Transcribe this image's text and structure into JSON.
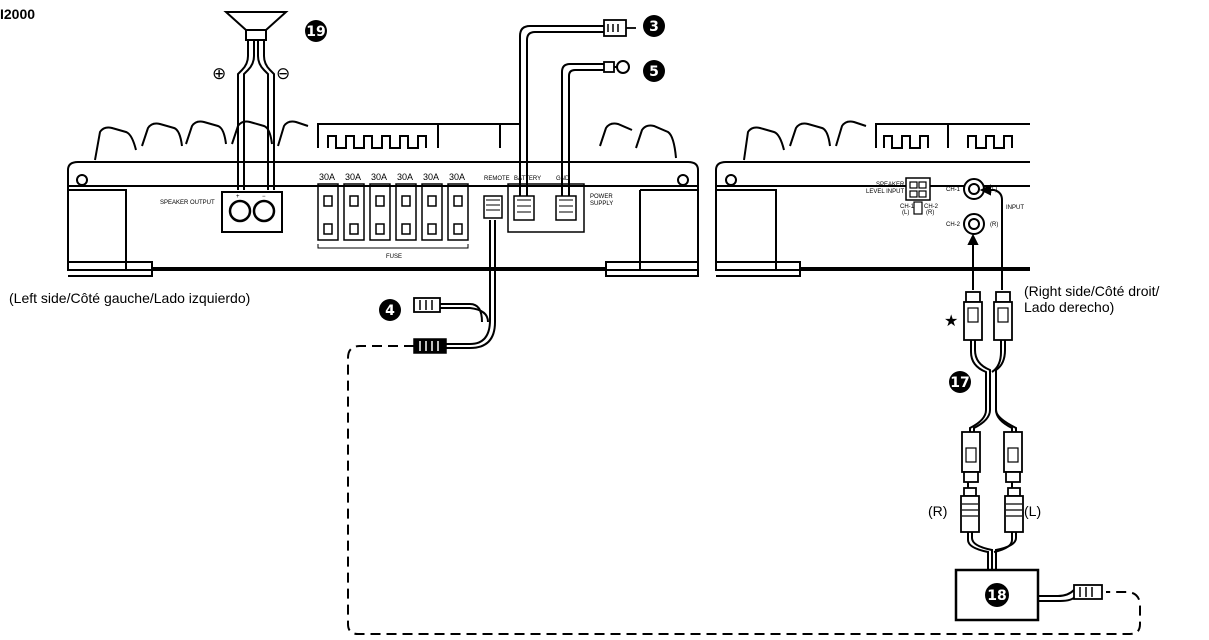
{
  "header": {
    "model_fragment": "I2000"
  },
  "left_amp": {
    "caption": "(Left side/Côté gauche/Lado izquierdo)",
    "speaker_output": "SPEAKER OUTPUT",
    "plus_mark": "+",
    "minus_mark": "−",
    "fuses": [
      "30A",
      "30A",
      "30A",
      "30A",
      "30A",
      "30A"
    ],
    "fuse_label": "FUSE",
    "remote": "REMOTE",
    "battery": "BATTERY",
    "gnd": "GND",
    "power_supply": [
      "POWER",
      "SUPPLY"
    ]
  },
  "right_amp": {
    "caption_line1": "(Right side/Côté droit/",
    "caption_line2": "Lado derecho)",
    "speaker_level_input": [
      "SPEAKER",
      "LEVEL INPUT"
    ],
    "ch1": "CH-1",
    "ch2": "CH-2",
    "ch1_side": "(L)",
    "ch2_side": "(R)",
    "jack_l": "(L)",
    "jack_r": "(R)",
    "input": "INPUT"
  },
  "speaker": {
    "plus_symbol": "⊕",
    "minus_symbol": "⊖"
  },
  "callouts": {
    "c3": "3",
    "c4": "4",
    "c5": "5",
    "c17": "17",
    "c18": "18",
    "c19": "19"
  },
  "rca": {
    "label_r": "(R)",
    "label_l": "(L)",
    "star": "★"
  }
}
